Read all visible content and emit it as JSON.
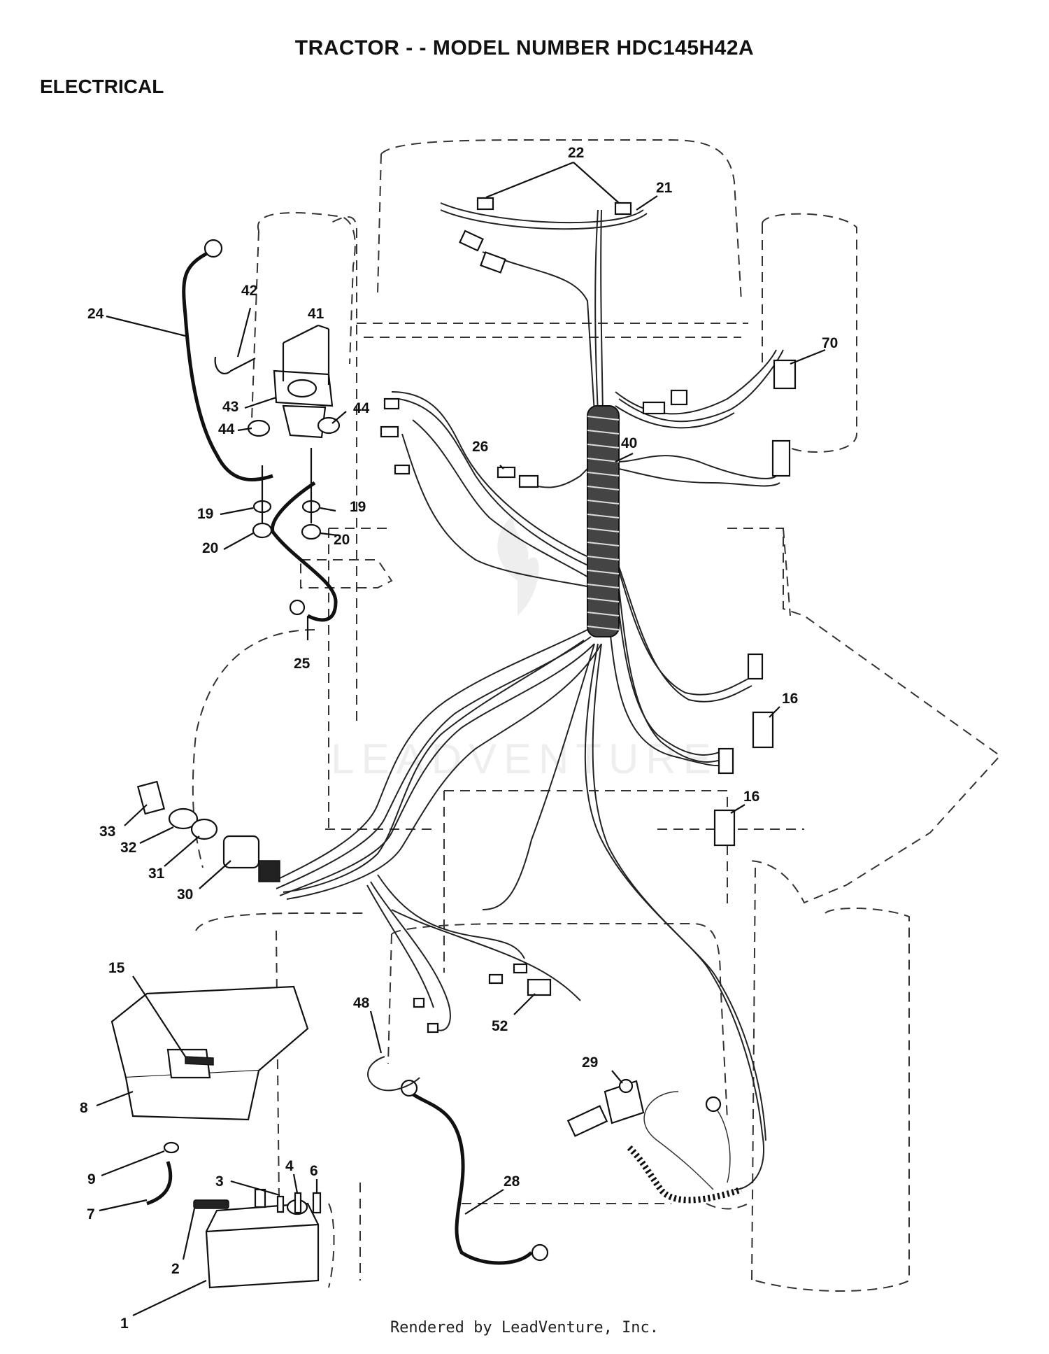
{
  "header": {
    "title": "TRACTOR - - MODEL NUMBER HDC145H42A",
    "section": "ELECTRICAL"
  },
  "footer": {
    "rendered_by": "Rendered by LeadVenture, Inc."
  },
  "watermark": {
    "text": "LEADVENTURE"
  },
  "callouts": [
    "22",
    "21",
    "24",
    "42",
    "41",
    "70",
    "43",
    "44",
    "44",
    "26",
    "40",
    "19",
    "19",
    "20",
    "20",
    "25",
    "16",
    "16",
    "33",
    "32",
    "31",
    "30",
    "15",
    "48",
    "52",
    "29",
    "8",
    "9",
    "4",
    "6",
    "3",
    "7",
    "2",
    "28",
    "1"
  ]
}
